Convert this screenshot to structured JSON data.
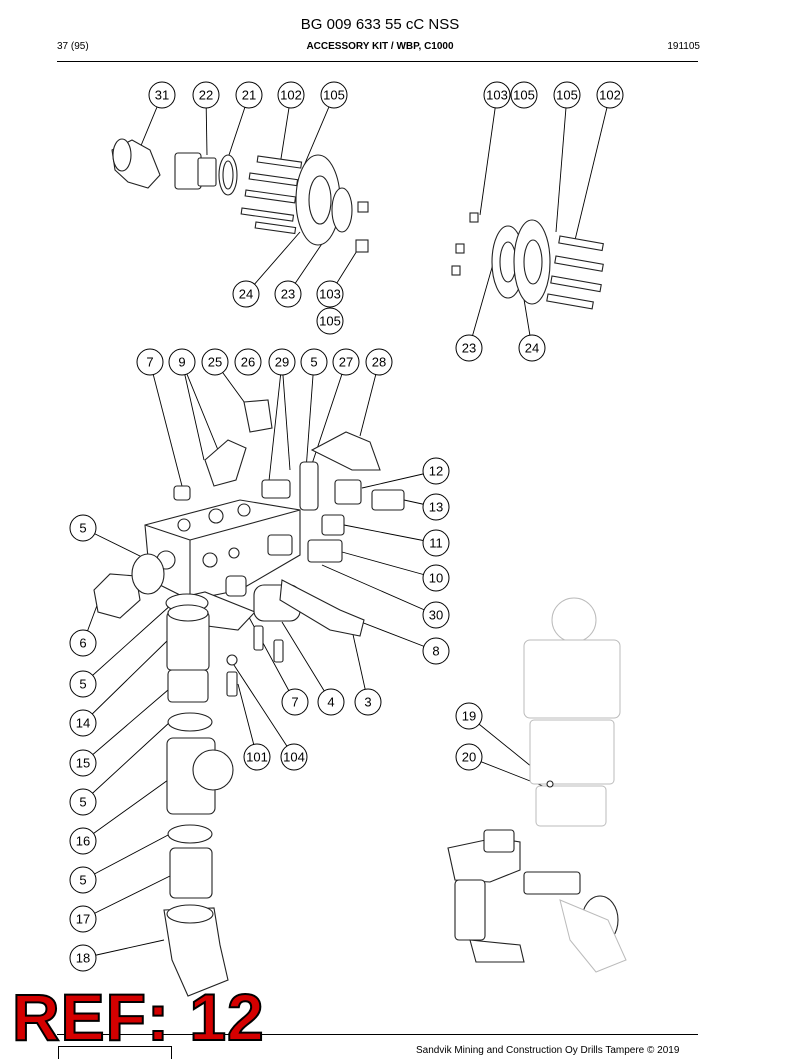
{
  "header": {
    "doc_number": "BG 009 633 55 cC NSS",
    "page": "37 (95)",
    "title": "ACCESSORY KIT / WBP, C1000",
    "date_code": "191105"
  },
  "callouts": [
    "31",
    "22",
    "21",
    "102",
    "105",
    "103",
    "105",
    "105",
    "102",
    "24",
    "23",
    "103",
    "105",
    "23",
    "24",
    "7",
    "9",
    "25",
    "26",
    "29",
    "5",
    "27",
    "28",
    "12",
    "13",
    "11",
    "10",
    "30",
    "8",
    "5",
    "6",
    "5",
    "14",
    "15",
    "5",
    "16",
    "5",
    "17",
    "18",
    "7",
    "4",
    "3",
    "101",
    "104",
    "19",
    "20"
  ],
  "stamp": "REF: 12",
  "footer": "Sandvik Mining and Construction Oy Drills Tampere © 2019"
}
